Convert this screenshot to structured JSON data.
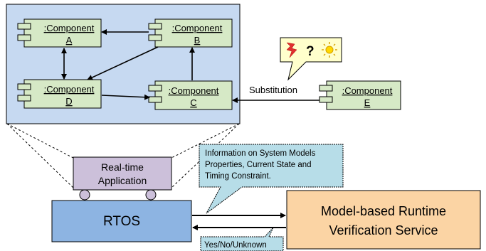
{
  "colors": {
    "panel_fill": "#c6d9f1",
    "component_fill": "#d6e9c6",
    "rt_app_fill": "#ccc0da",
    "rtos_fill": "#8db4e2",
    "service_fill": "#fbd4a4",
    "callout_fill": "#b7dde8",
    "alert_fill": "#ffffcc"
  },
  "components": [
    {
      "id": "A",
      "name": ":Component",
      "letter": "A"
    },
    {
      "id": "B",
      "name": ":Component",
      "letter": "B"
    },
    {
      "id": "D",
      "name": ":Component",
      "letter": "D"
    },
    {
      "id": "C",
      "name": ":Component",
      "letter": "C"
    },
    {
      "id": "E",
      "name": ":Component",
      "letter": "E"
    }
  ],
  "substitution_label": "Substitution",
  "alert_symbols": {
    "question": "?"
  },
  "realtime_app": {
    "line1": "Real-time",
    "line2": "Application"
  },
  "rtos_label": "RTOS",
  "service": {
    "line1": "Model-based Runtime",
    "line2": "Verification Service"
  },
  "info_callout": {
    "line1": "Information on System Models",
    "line2": "Properties, Current State and",
    "line3": "Timing Constraint."
  },
  "answer_callout": "Yes/No/Unknown"
}
